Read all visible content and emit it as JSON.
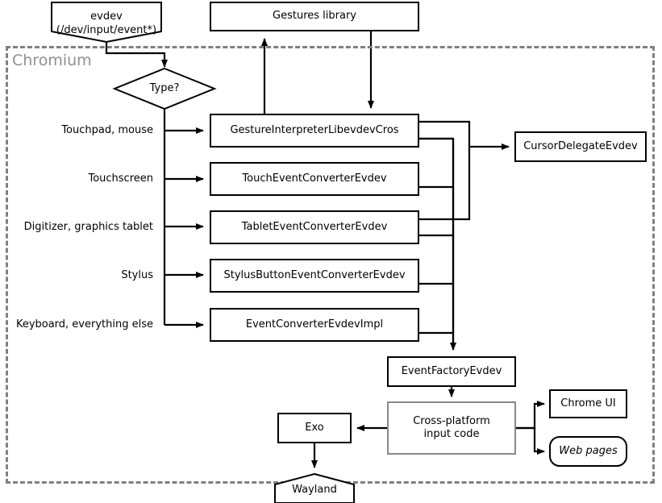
{
  "diagram": {
    "title": "Chromium evdev input event flow",
    "boundary": {
      "label": "Chromium",
      "style": "dashed",
      "color": "#808080"
    },
    "nodes": {
      "evdev": {
        "label": "evdev\n(/dev/input/event*)",
        "line1": "evdev",
        "line2": "(/dev/input/event*)",
        "shape": "inverted-pentagon"
      },
      "gestures_library": {
        "label": "Gestures library",
        "shape": "rect"
      },
      "type_decision": {
        "label": "Type?",
        "shape": "diamond"
      },
      "gesture_interpreter": {
        "label": "GestureInterpreterLibevdevCros",
        "shape": "rect"
      },
      "touch_converter": {
        "label": "TouchEventConverterEvdev",
        "shape": "rect"
      },
      "tablet_converter": {
        "label": "TabletEventConverterEvdev",
        "shape": "rect"
      },
      "stylus_converter": {
        "label": "StylusButtonEventConverterEvdev",
        "shape": "rect"
      },
      "event_converter_impl": {
        "label": "EventConverterEvdevImpl",
        "shape": "rect"
      },
      "cursor_delegate": {
        "label": "CursorDelegateEvdev",
        "shape": "rect"
      },
      "event_factory": {
        "label": "EventFactoryEvdev",
        "shape": "rect"
      },
      "cross_platform": {
        "label": "Cross-platform\ninput code",
        "line1": "Cross-platform",
        "line2": "input code",
        "shape": "rect-gray"
      },
      "exo": {
        "label": "Exo",
        "shape": "rect"
      },
      "wayland": {
        "label": "Wayland",
        "shape": "pentagon"
      },
      "chrome_ui": {
        "label": "Chrome UI",
        "shape": "rect"
      },
      "web_pages": {
        "label": "Web pages",
        "shape": "rounded-italic"
      }
    },
    "edge_labels": {
      "touchpad_mouse": "Touchpad, mouse",
      "touchscreen": "Touchscreen",
      "digitizer": "Digitizer, graphics tablet",
      "stylus": "Stylus",
      "keyboard": "Keyboard, everything else"
    },
    "colors": {
      "stroke": "#000000",
      "gray_stroke": "#888888",
      "boundary": "#808080",
      "background": "#ffffff"
    }
  }
}
